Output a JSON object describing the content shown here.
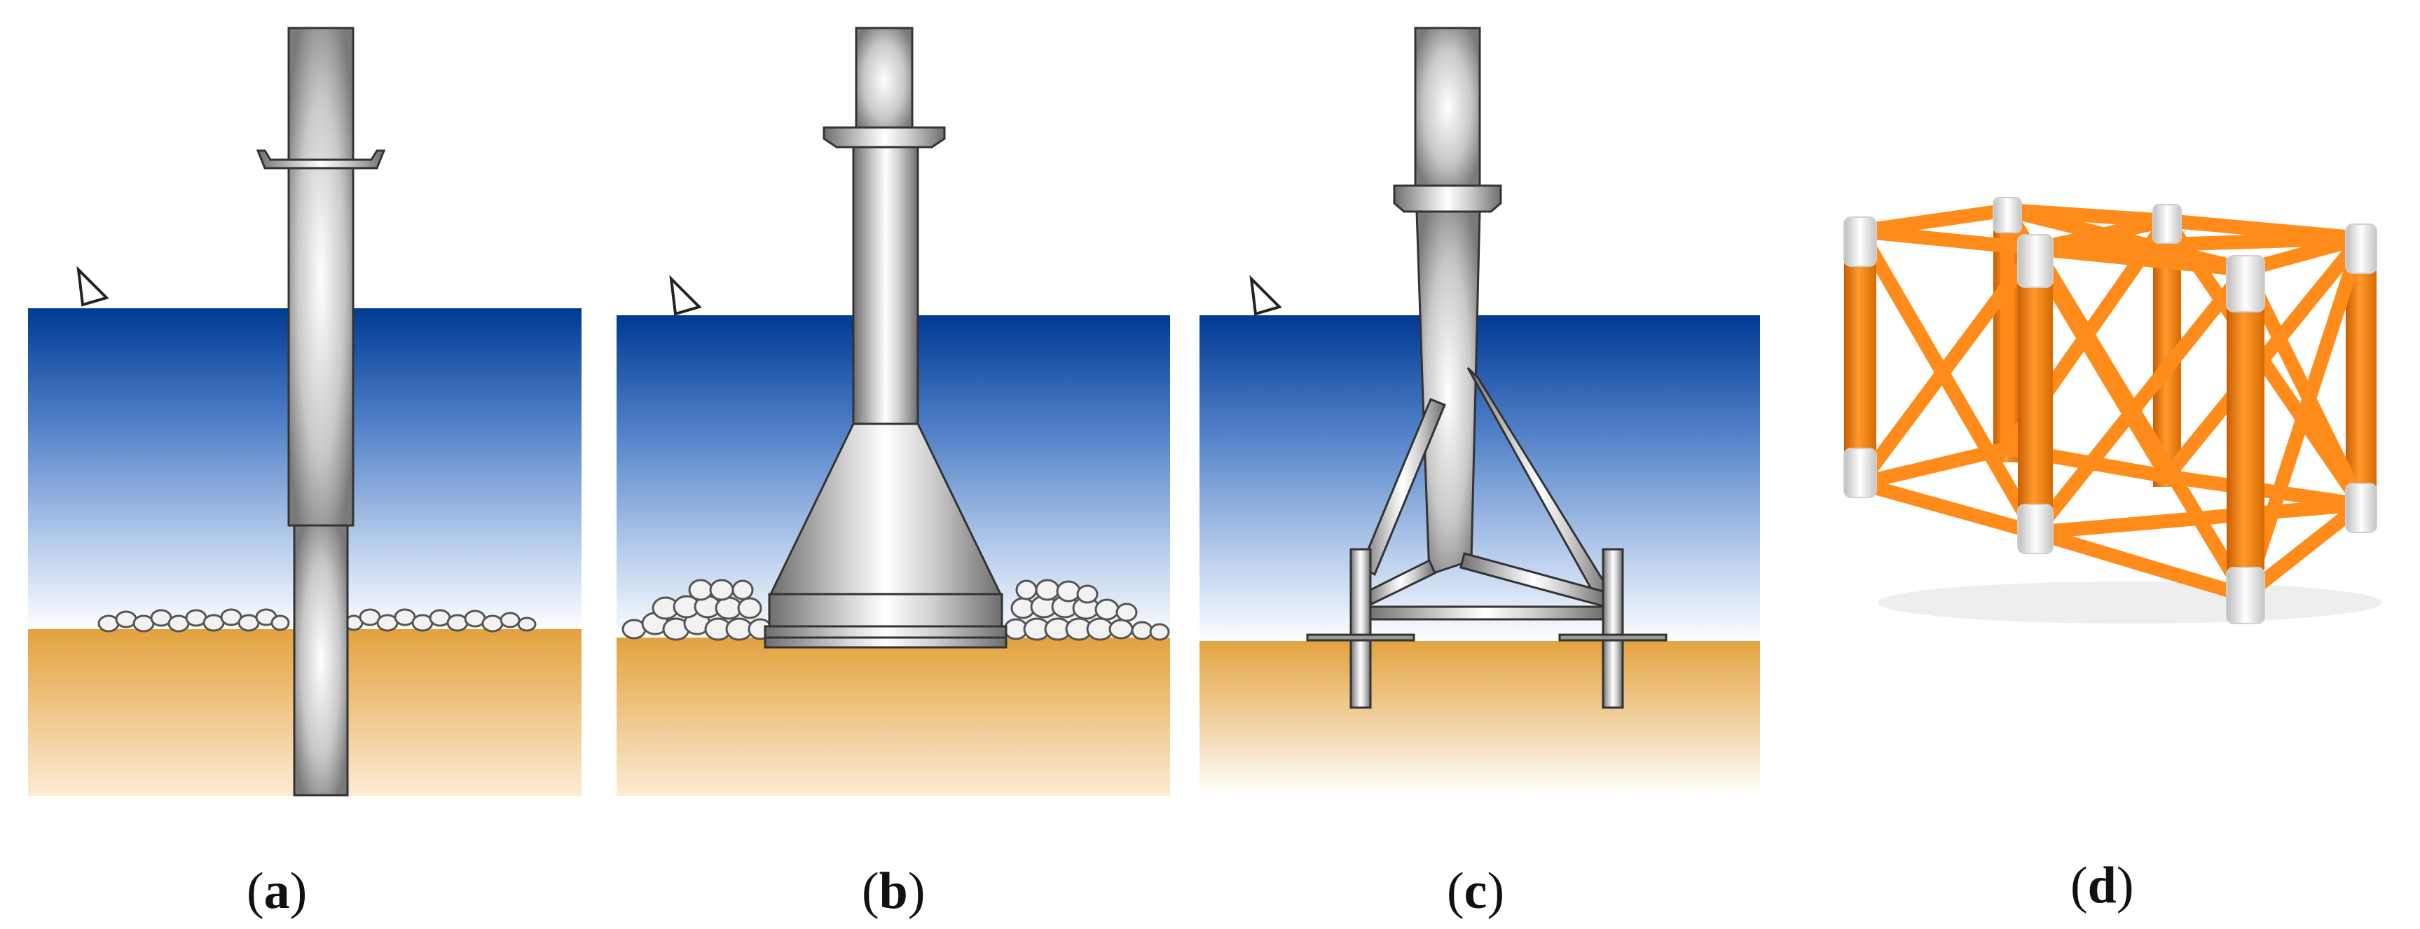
{
  "figure": {
    "panels": [
      {
        "id": "a",
        "caption": "a",
        "type": "monopile"
      },
      {
        "id": "b",
        "caption": "b",
        "type": "gravity-base"
      },
      {
        "id": "c",
        "caption": "c",
        "type": "tripod"
      },
      {
        "id": "d",
        "caption": "d",
        "type": "jacket"
      }
    ]
  },
  "colors": {
    "water_top": "#003a93",
    "water_bottom": "#ffffff",
    "seabed_top": "#e3a23e",
    "seabed_bottom": "#fbecd3",
    "steel_dark": "#7a7a7a",
    "steel_light": "#ffffff",
    "jacket_orange": "#ff8c1a",
    "jacket_leg_cap": "#e8e8e8"
  }
}
